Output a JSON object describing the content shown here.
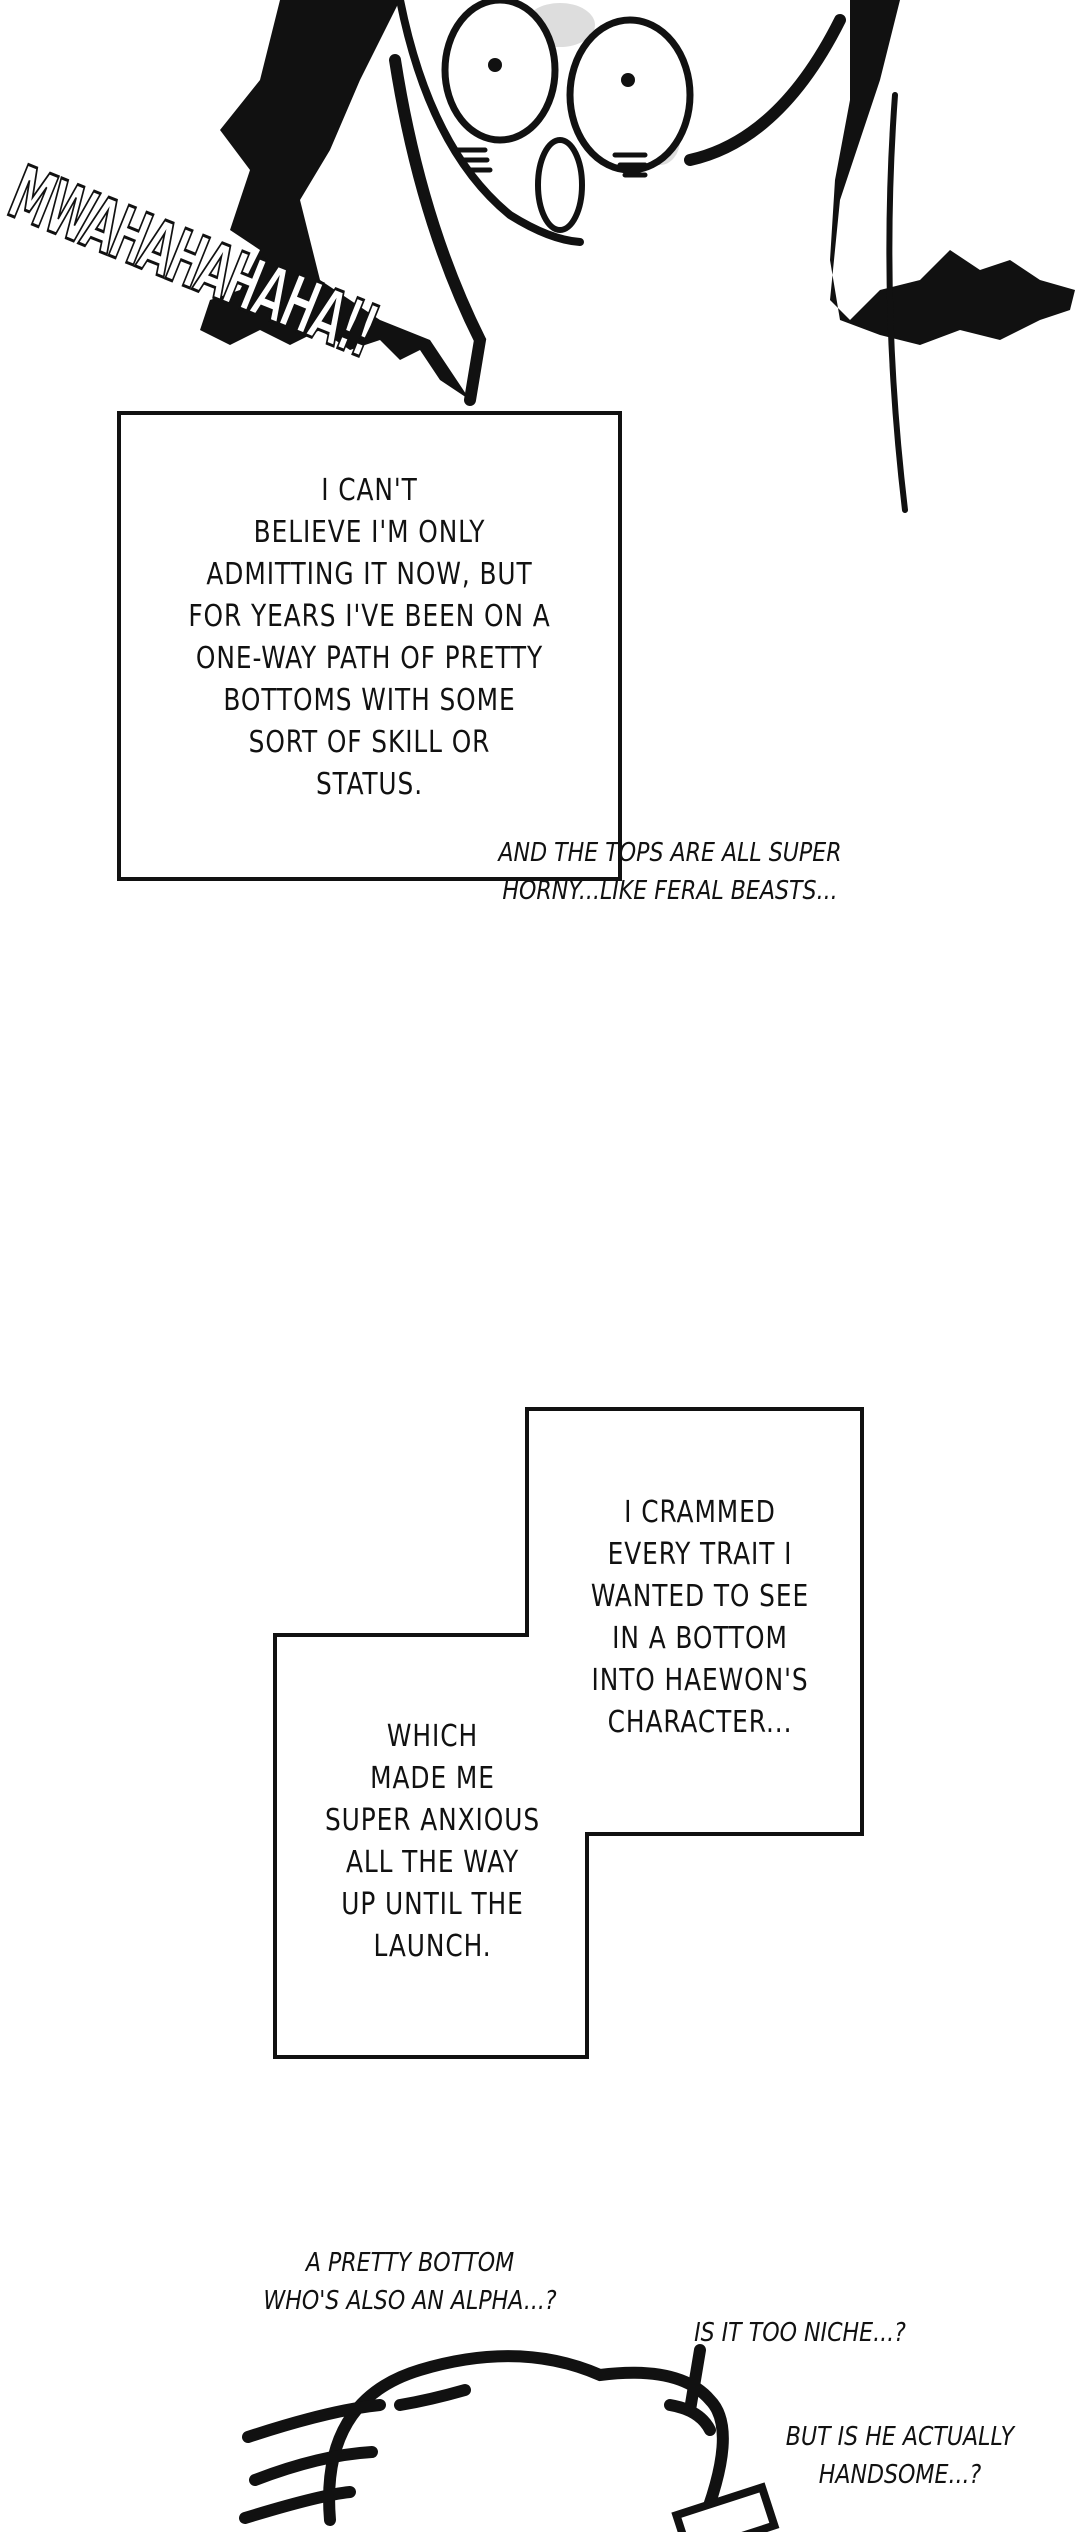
{
  "sfx": {
    "laugh": "MWAHAHAHAHA!!"
  },
  "panel1": {
    "narration": "I CAN'T\nBELIEVE I'M ONLY\nADMITTING IT NOW, BUT\nFOR YEARS I'VE BEEN ON A\nONE-WAY PATH OF PRETTY\nBOTTOMS WITH SOME\nSORT OF SKILL OR\nSTATUS.",
    "aside": "AND THE TOPS ARE ALL SUPER\nHORNY...LIKE FERAL BEASTS..."
  },
  "panel2": {
    "narration_upper": "I CRAMMED\nEVERY TRAIT I\nWANTED TO SEE\nIN A BOTTOM\nINTO HAEWON'S\nCHARACTER...",
    "narration_lower": "WHICH\nMADE ME\nSUPER ANXIOUS\nALL THE WAY\nUP UNTIL THE\nLAUNCH."
  },
  "panel3": {
    "thought1": "A PRETTY BOTTOM\nWHO'S ALSO AN ALPHA...?",
    "thought2": "IS IT TOO NICHE...?",
    "thought3": "BUT IS HE ACTUALLY\nHANDSOME...?"
  }
}
